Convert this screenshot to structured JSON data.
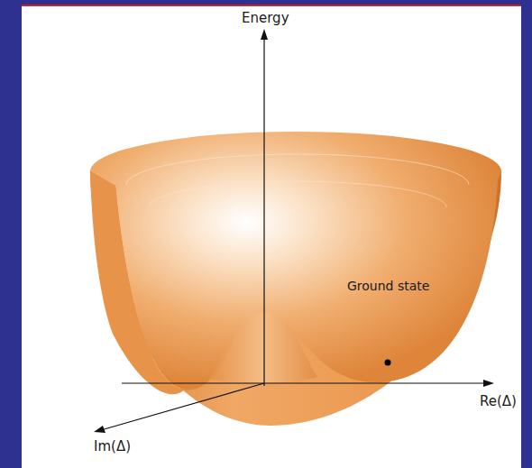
{
  "diagram": {
    "labels": [
      "Energy",
      "Ground state",
      "Re(Δ)",
      "Im(Δ)"
    ]
  }
}
